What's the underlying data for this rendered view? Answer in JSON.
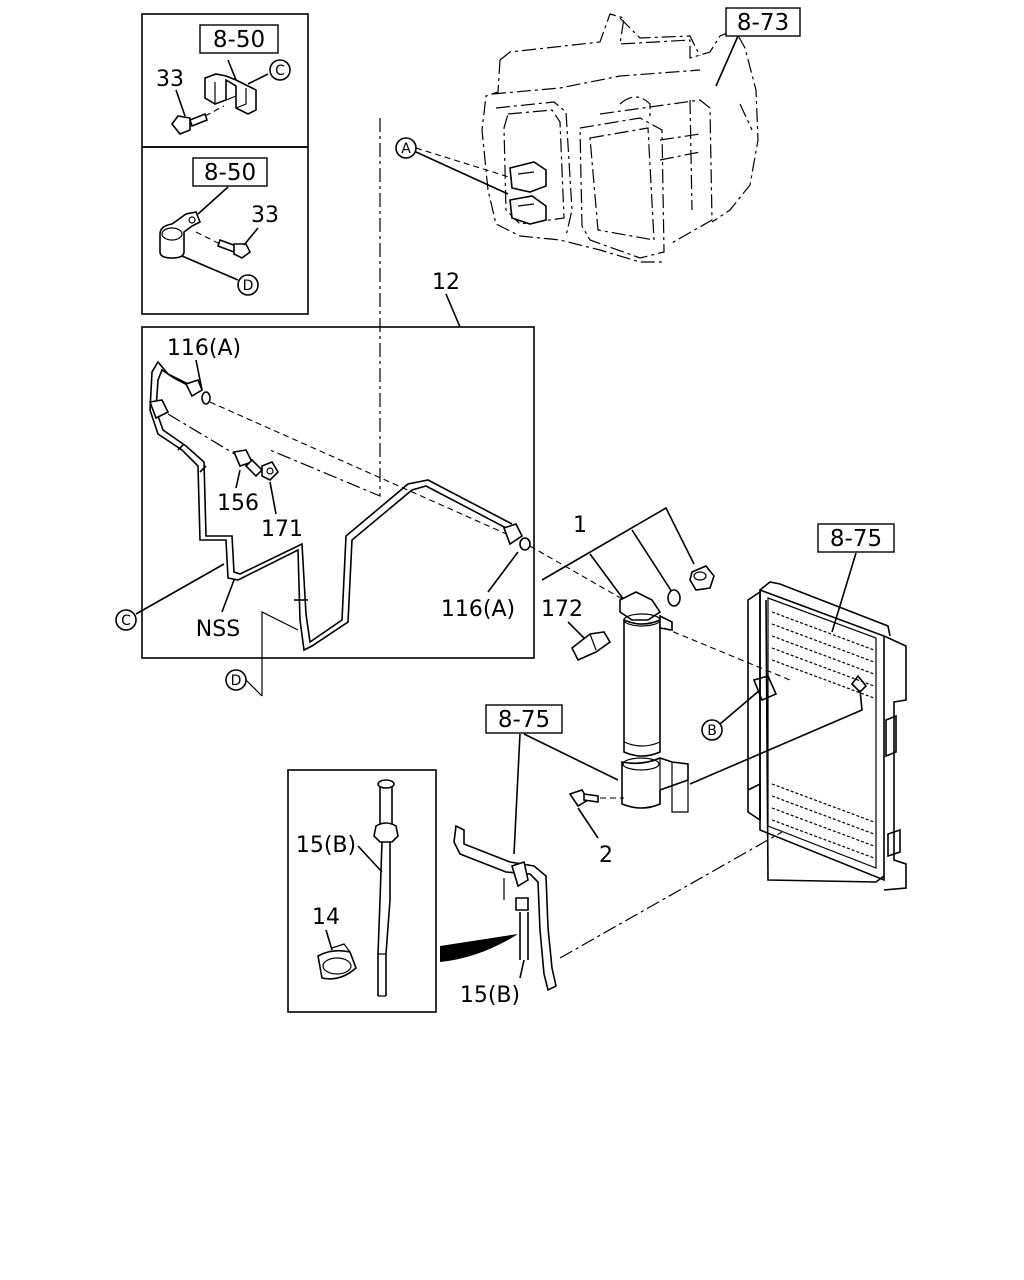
{
  "refs": {
    "r850_top": "8-50",
    "r850_bottom": "8-50",
    "r873": "8-73",
    "r875_condenser": "8-75",
    "r875_lower": "8-75"
  },
  "labels": {
    "p33_top": "33",
    "p33_bottom": "33",
    "p12": "12",
    "p116a_top": "116(A)",
    "p116a_right": "116(A)",
    "p156": "156",
    "p171": "171",
    "nss": "NSS",
    "p1": "1",
    "p172": "172",
    "p2": "2",
    "p15b_inset": "15(B)",
    "p15b_main": "15(B)",
    "p14": "14"
  },
  "circles": {
    "a_upper": "A",
    "b": "B",
    "c_inset": "C",
    "c_main": "C",
    "d_inset": "D",
    "d_main": "D"
  }
}
